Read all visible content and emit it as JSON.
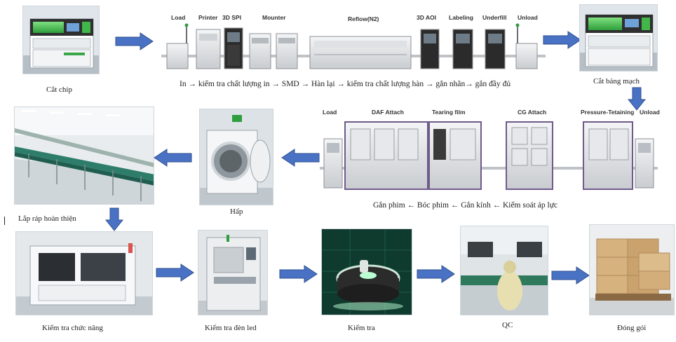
{
  "top": {
    "captions": {
      "cut_chip": "Cắt chíp",
      "cut_board": "Cắt bảng mạch"
    },
    "machine_labels": {
      "load": "Load",
      "printer": "Printer",
      "spi": "3D SPI",
      "mounter": "Mounter",
      "reflow": "Reflow(N2)",
      "aoi": "3D AOI",
      "labeling": "Labeling",
      "underfill": "Underfill",
      "unload": "Unload"
    },
    "process_text": "In → kiểm tra chất lượng in → SMD → Hàn lại → kiểm tra chất lượng hàn → gắn nhãn→ gắn đầy đủ"
  },
  "middle": {
    "machine_labels": {
      "load": "Load",
      "daf": "DAF Attach",
      "tearing": "Tearing film",
      "cg": "CG Attach",
      "pressure": "Pressure-Tetaining",
      "unload": "Unload"
    },
    "process_text": "Gắn phim ← Bóc phim ← Gắn kính ← Kiểm soát áp lực",
    "captions": {
      "autoclave": "Hấp",
      "assembly": "Lắp ráp hoàn thiện"
    }
  },
  "bottom": {
    "captions": {
      "function_test": "Kiểm tra chức năng",
      "led_test": "Kiểm tra đèn led",
      "inspection": "Kiểm tra",
      "qc": "QC",
      "packing": "Đóng gói"
    }
  },
  "colors": {
    "arrow": "#4a72c4",
    "arrow_stroke": "#2f4f8f"
  },
  "icons": [
    "chip-cutter-photo",
    "board-cutter-photo",
    "assembly-line-photo",
    "autoclave-photo",
    "function-tester-photo",
    "led-tester-photo",
    "inspection-photo",
    "qc-photo",
    "packing-photo"
  ]
}
